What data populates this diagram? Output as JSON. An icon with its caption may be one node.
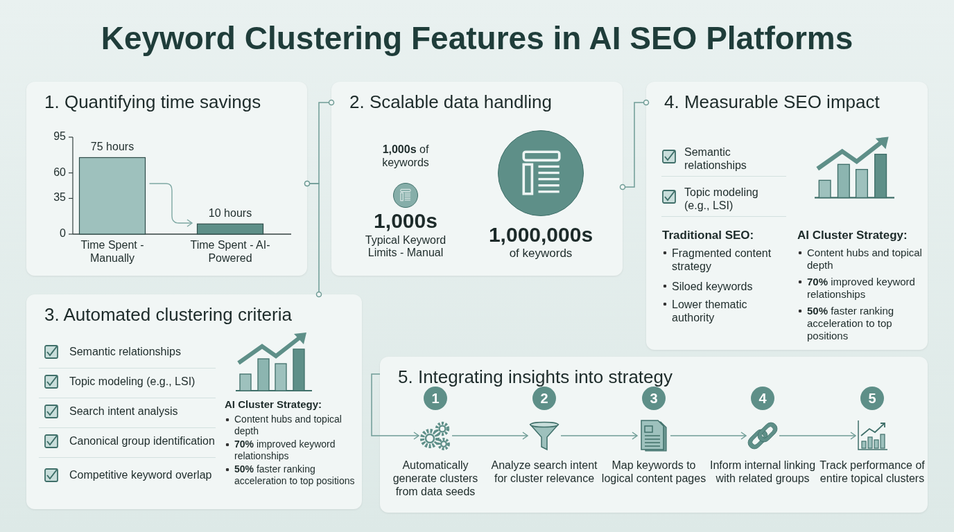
{
  "diagram": {
    "title": "Keyword Clustering Features in AI SEO Platforms",
    "nodes": [
      {
        "text": [
          "1. Quantifying time savings"
        ]
      },
      {
        "text": [
          "2. Scalable data handling"
        ]
      },
      {
        "text": [
          "4. Measurable SEO impact"
        ]
      },
      {
        "text": [
          "3. Automated clustering criteria"
        ]
      },
      {
        "text": [
          "5. Integrating insights into strategy"
        ]
      },
      {
        "text": [],
        "shape": "circle",
        "in": 1,
        "beside": [
          "**1,000s** of keywords",
          "1,000s",
          "Typical Keyword Limits - Manual"
        ]
      },
      {
        "text": [],
        "shape": "circle",
        "in": 1,
        "beside": [
          "1,000,000s",
          "of keywords"
        ]
      },
      {
        "text": [
          "1"
        ],
        "in": 4
      },
      {
        "text": [
          "2"
        ],
        "in": 4
      },
      {
        "text": [
          "3"
        ],
        "in": 4
      },
      {
        "text": [
          "4"
        ],
        "in": 4
      },
      {
        "text": [
          "5"
        ],
        "in": 4
      },
      {
        "text": [],
        "shape": "picture",
        "in": 4,
        "beside": [
          "Automatically generate clusters from data seeds"
        ]
      },
      {
        "text": [],
        "shape": "picture",
        "in": 4,
        "beside": [
          "Analyze search intent for cluster relevance"
        ]
      },
      {
        "text": [],
        "shape": "picture",
        "in": 4,
        "beside": [
          "Map keywords to logical content pages"
        ]
      },
      {
        "text": [],
        "shape": "picture",
        "in": 4,
        "beside": [
          "Inform internal linking with related groups"
        ]
      },
      {
        "text": [],
        "shape": "picture",
        "in": 4,
        "beside": [
          "Track performance of entire topical clusters"
        ]
      }
    ],
    "edges": [
      {
        "from": 0,
        "to": 1,
        "arrow": "other"
      },
      {
        "from": 0,
        "to": 3,
        "arrow": "other"
      },
      {
        "from": 1,
        "to": 2,
        "arrow": "other"
      },
      {
        "from": 4,
        "to": 12,
        "arrow": "to"
      },
      {
        "from": 12,
        "to": 13,
        "arrow": "to"
      },
      {
        "from": 13,
        "to": 14,
        "arrow": "to"
      },
      {
        "from": 14,
        "to": 15,
        "arrow": "to"
      },
      {
        "from": 15,
        "to": 16,
        "arrow": "to"
      }
    ],
    "labels": [
      "Semantic relationships",
      "Topic modeling (e.g., LSI)",
      "Traditional SEO:",
      "Fragmented content strategy",
      "Siloed keywords",
      "Lower thematic authority",
      "AI Cluster Strategy:",
      "Content hubs and topical depth",
      "**70%** improved keyword relationships",
      "**50%** faster ranking acceleration to top positions",
      "Semantic relationships",
      "Topic modeling (e.g., LSI)",
      "Search intent analysis",
      "Canonical group identification",
      "Competitive keyword overlap",
      "AI Cluster Strategy:",
      "Content hubs and topical depth",
      "**70%** improved keyword relationships",
      "**50%** faster ranking acceleration to top positions"
    ],
    "chart_data": {
      "type": "bar",
      "categories": [
        "Time Spent - Manually",
        "Time Spent - AI-Powered"
      ],
      "values": [
        75,
        10
      ],
      "ylim": [
        0,
        95
      ],
      "yticks": [
        0,
        35,
        60,
        95
      ],
      "value_labels": [
        "75 hours",
        "10 hours"
      ]
    }
  }
}
